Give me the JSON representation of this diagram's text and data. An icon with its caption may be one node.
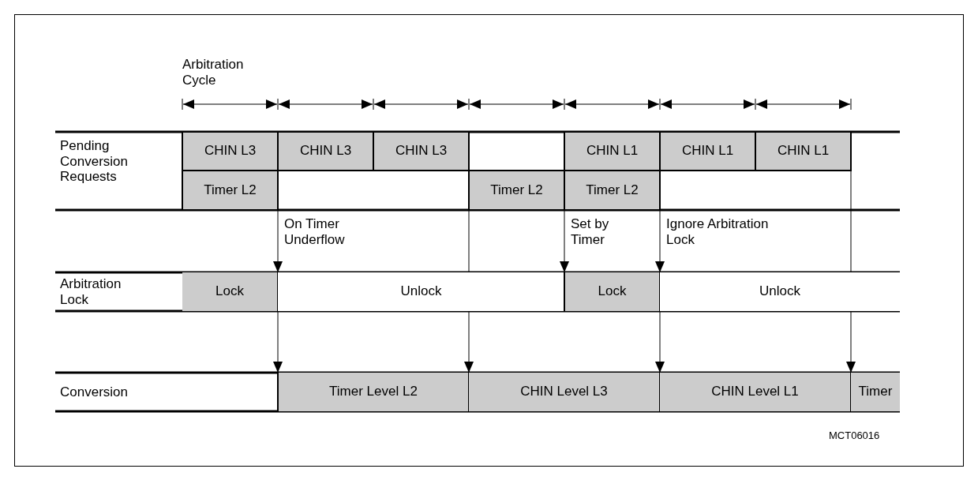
{
  "diagram": {
    "nodes": [
      {
        "text": [
          "CHIN L3"
        ]
      },
      {
        "text": [
          "CHIN L3"
        ]
      },
      {
        "text": [
          "CHIN L3"
        ]
      },
      {
        "text": [
          "CHIN L1"
        ]
      },
      {
        "text": [
          "CHIN L1"
        ]
      },
      {
        "text": [
          "CHIN L1"
        ]
      },
      {
        "text": [
          "Timer L2"
        ]
      },
      {
        "text": [
          "Timer L2"
        ]
      },
      {
        "text": [
          "Timer L2"
        ]
      },
      {
        "text": [
          "Lock"
        ]
      },
      {
        "text": [
          "Unlock"
        ]
      },
      {
        "text": [
          "Lock"
        ]
      },
      {
        "text": [
          "Unlock"
        ]
      },
      {
        "text": [
          "Timer Level L2"
        ]
      },
      {
        "text": [
          "CHIN Level L3"
        ]
      },
      {
        "text": [
          "CHIN Level L1"
        ]
      },
      {
        "text": [
          "Timer"
        ]
      }
    ],
    "edges": [
      {
        "from": 6,
        "to": 10,
        "arrow": "to",
        "label": "On Timer Underflow"
      },
      {
        "from": 7,
        "to": 10,
        "arrow": "none"
      },
      {
        "from": 10,
        "to": 14,
        "arrow": "to"
      },
      {
        "from": 8,
        "to": 11,
        "arrow": "to",
        "label": "Set by Timer"
      },
      {
        "from": 8,
        "to": 12,
        "arrow": "to",
        "label": "Ignore Arbitration Lock"
      },
      {
        "from": 5,
        "to": 12,
        "arrow": "none"
      },
      {
        "from": 12,
        "to": 16,
        "arrow": "to"
      },
      {
        "from": 10,
        "to": 13,
        "arrow": "to"
      },
      {
        "from": 12,
        "to": 15,
        "arrow": "to"
      }
    ],
    "labels": [
      "Arbitration Cycle",
      "Pending Conversion Requests",
      "Arbitration Lock",
      "Conversion",
      "MCT06016"
    ]
  }
}
